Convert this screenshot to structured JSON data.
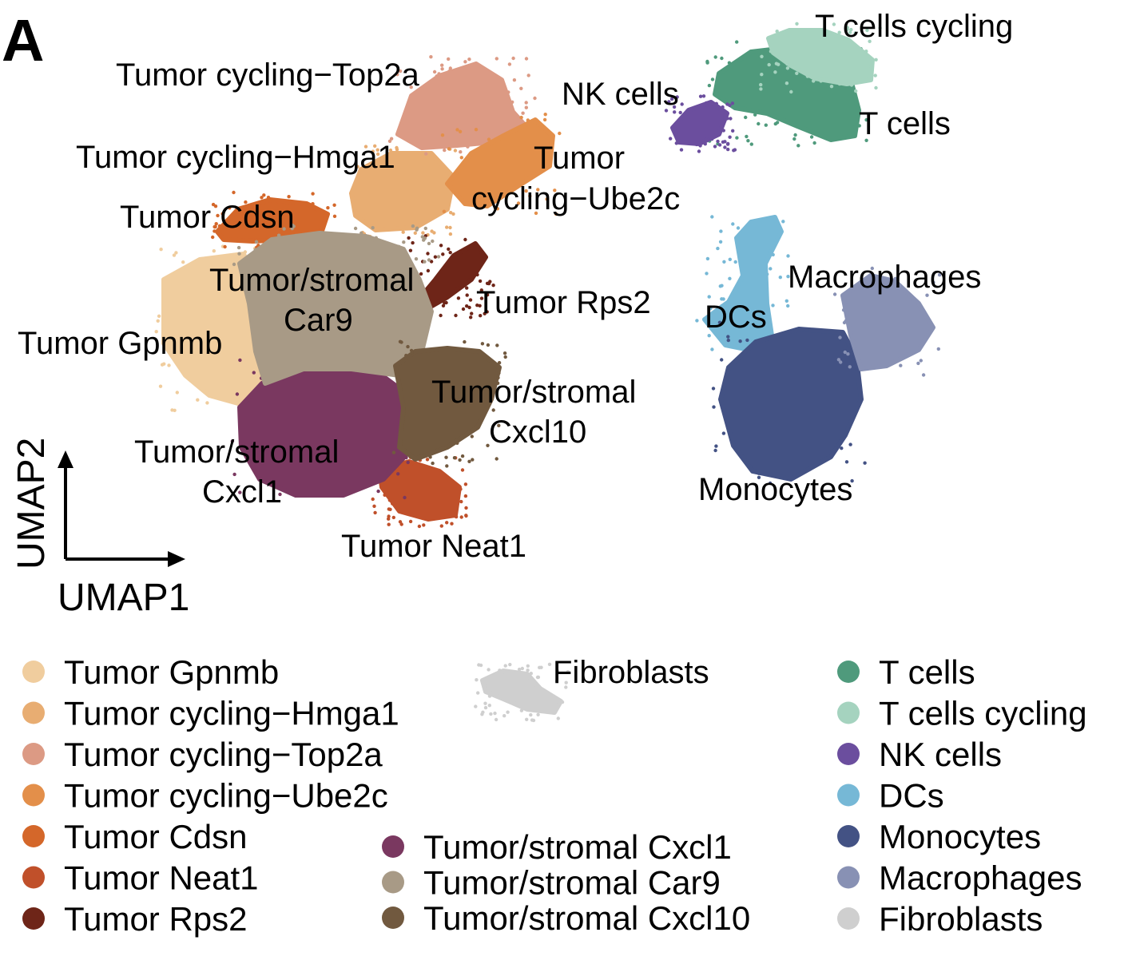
{
  "panel_label": "A",
  "chart_data": {
    "type": "scatter",
    "xlabel": "UMAP1",
    "ylabel": "UMAP2",
    "grid": false,
    "legend_position": "bottom",
    "clusters": [
      {
        "name": "Tumor Gpnmb",
        "color": "#f0cd9e",
        "label": "Tumor Gpnmb"
      },
      {
        "name": "Tumor cycling−Hmga1",
        "color": "#e8ad72",
        "label": "Tumor cycling−Hmga1"
      },
      {
        "name": "Tumor cycling−Top2a",
        "color": "#dc9a84",
        "label": "Tumor cycling−Top2a"
      },
      {
        "name": "Tumor cycling−Ube2c",
        "color": "#e38f4a",
        "label": "Tumor\ncycling−Ube2c"
      },
      {
        "name": "Tumor Cdsn",
        "color": "#d4672a",
        "label": "Tumor Cdsn"
      },
      {
        "name": "Tumor Neat1",
        "color": "#c0502a",
        "label": "Tumor Neat1"
      },
      {
        "name": "Tumor Rps2",
        "color": "#6e2518",
        "label": "Tumor Rps2"
      },
      {
        "name": "Tumor/stromal Cxcl1",
        "color": "#7a3860",
        "label": "Tumor/stromal\nCxcl1"
      },
      {
        "name": "Tumor/stromal Car9",
        "color": "#a89a86",
        "label": "Tumor/stromal\nCar9"
      },
      {
        "name": "Tumor/stromal Cxcl10",
        "color": "#71593f",
        "label": "Tumor/stromal\nCxcl10"
      },
      {
        "name": "T cells",
        "color": "#4f9a7c",
        "label": "T cells"
      },
      {
        "name": "T cells cycling",
        "color": "#a5d3bf",
        "label": "T cells cycling"
      },
      {
        "name": "NK cells",
        "color": "#6b4e9e",
        "label": "NK cells"
      },
      {
        "name": "DCs",
        "color": "#76b8d6",
        "label": "DCs"
      },
      {
        "name": "Monocytes",
        "color": "#435284",
        "label": "Monocytes"
      },
      {
        "name": "Macrophages",
        "color": "#8891b4",
        "label": "Macrophages"
      },
      {
        "name": "Fibroblasts",
        "color": "#cfcfcf",
        "label": "Fibroblasts"
      }
    ]
  }
}
